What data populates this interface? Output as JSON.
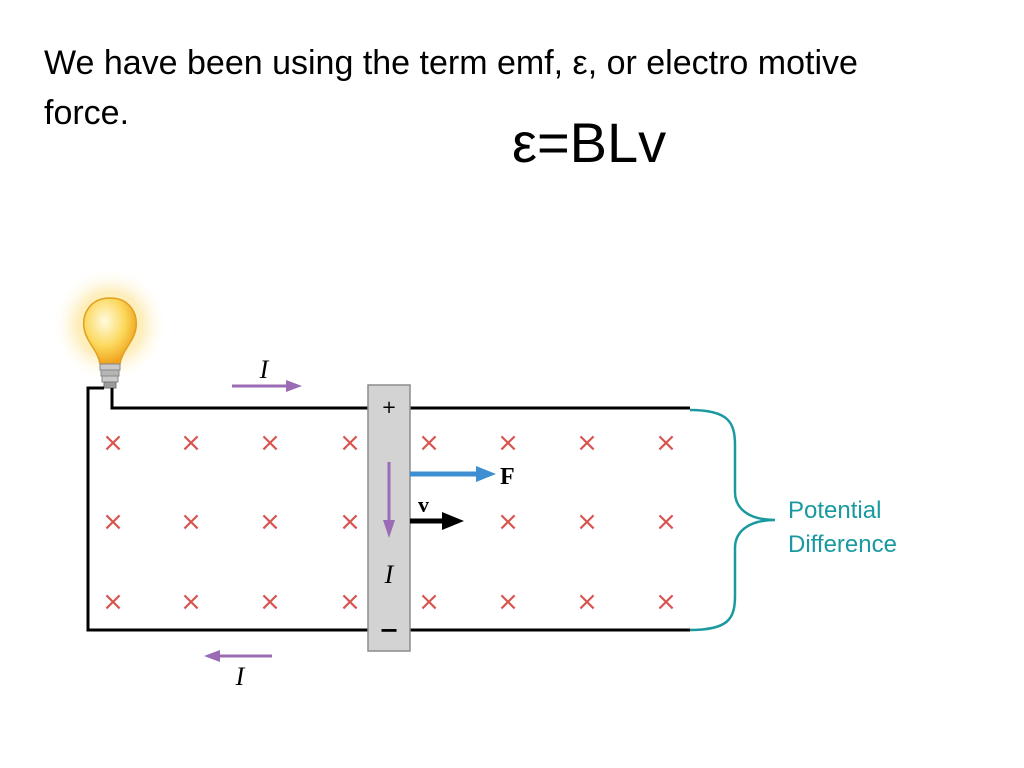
{
  "slide": {
    "intro_text": "We have been using the term emf, ε, or electro motive force.",
    "formula": "ε=BLv"
  },
  "diagram": {
    "field_marker": "×",
    "current_label": "I",
    "force_label": "F",
    "velocity_label": "v",
    "positive_terminal": "+",
    "negative_terminal": "−",
    "bracket_label_line1": "Potential",
    "bracket_label_line2": "Difference"
  },
  "colors": {
    "field_marker": "#d9534f",
    "current_arrow": "#9b6bb5",
    "force_arrow": "#3d8fd1",
    "velocity_arrow": "#000000",
    "bracket": "#1a9aa0",
    "rod_fill": "#d3d3d3",
    "bulb_glow": "#fde9a8",
    "bulb_body": "#f9c642"
  },
  "icons": {
    "bulb": "light-bulb-icon"
  }
}
